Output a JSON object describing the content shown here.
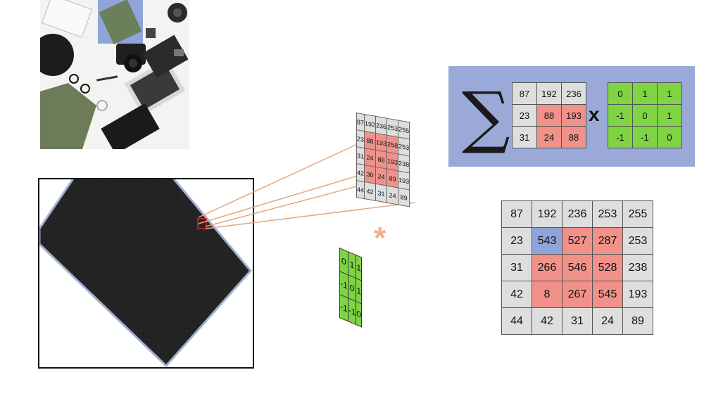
{
  "photo": {
    "description_icon": "desk-flatlay-photo"
  },
  "operator": {
    "times": "x",
    "convolve": "*"
  },
  "patch": [
    [
      "87",
      "192",
      "236"
    ],
    [
      "23",
      "88",
      "193"
    ],
    [
      "31",
      "24",
      "88"
    ]
  ],
  "kernel": [
    [
      "0",
      "1",
      "1"
    ],
    [
      "-1",
      "0",
      "1"
    ],
    [
      "-1",
      "-1",
      "0"
    ]
  ],
  "image_grid": [
    [
      "87",
      "192",
      "236",
      "253",
      "255"
    ],
    [
      "23",
      "88",
      "193",
      "258",
      "253"
    ],
    [
      "31",
      "24",
      "88",
      "193",
      "238"
    ],
    [
      "42",
      "30",
      "24",
      "89",
      "193"
    ],
    [
      "44",
      "42",
      "31",
      "24",
      "89"
    ]
  ],
  "result": [
    [
      "87",
      "192",
      "236",
      "253",
      "255"
    ],
    [
      "23",
      "543",
      "527",
      "287",
      "253"
    ],
    [
      "31",
      "266",
      "546",
      "528",
      "238"
    ],
    [
      "42",
      "8",
      "267",
      "545",
      "193"
    ],
    [
      "44",
      "42",
      "31",
      "24",
      "89"
    ]
  ],
  "colors": {
    "gray": "#dedede",
    "red": "#f0918a",
    "blue": "#8fa4d8",
    "green": "#7ed443",
    "panel": "#9aa9d7"
  }
}
